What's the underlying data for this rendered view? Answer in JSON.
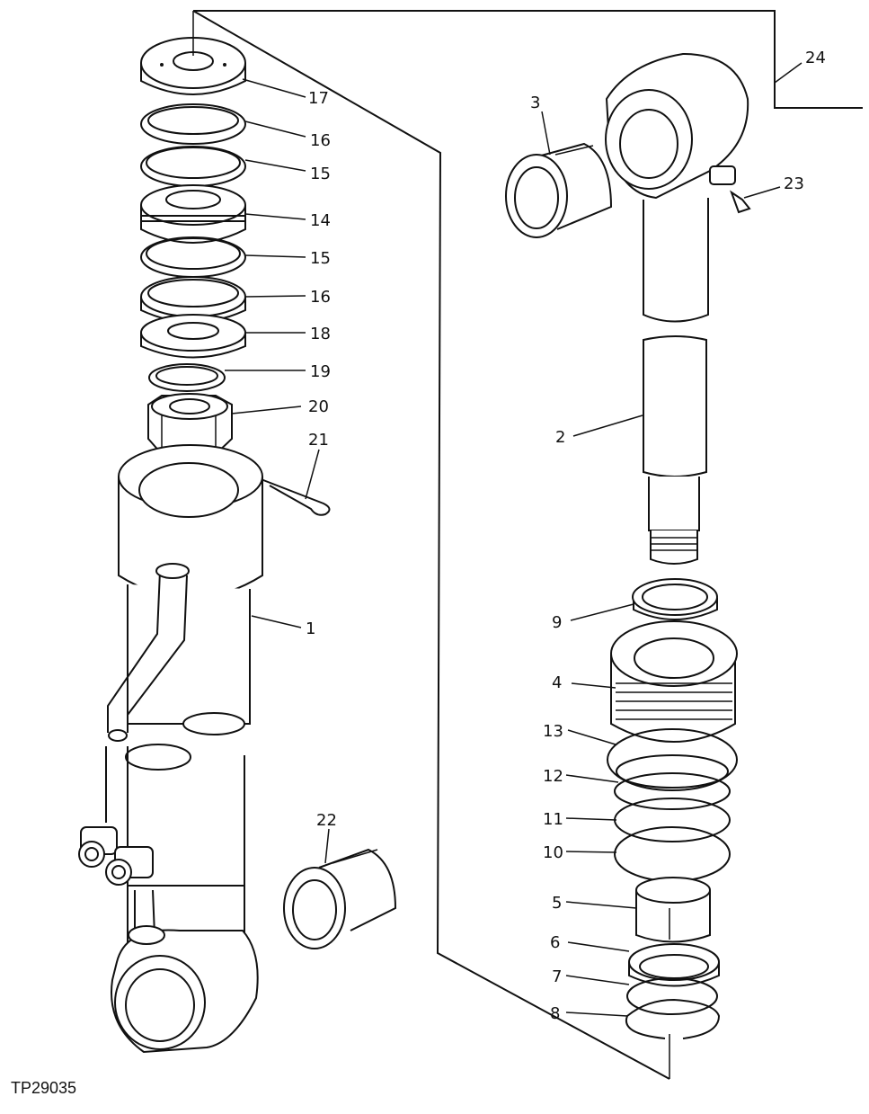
{
  "diagram": {
    "code": "TP29035",
    "callouts": {
      "c1": "1",
      "c2": "2",
      "c3": "3",
      "c4": "4",
      "c5": "5",
      "c6": "6",
      "c7": "7",
      "c8": "8",
      "c9": "9",
      "c10": "10",
      "c11": "11",
      "c12": "12",
      "c13": "13",
      "c14": "14",
      "c15a": "15",
      "c15b": "15",
      "c16a": "16",
      "c16b": "16",
      "c17": "17",
      "c18": "18",
      "c19": "19",
      "c20": "20",
      "c21": "21",
      "c22": "22",
      "c23": "23",
      "c24": "24"
    }
  }
}
